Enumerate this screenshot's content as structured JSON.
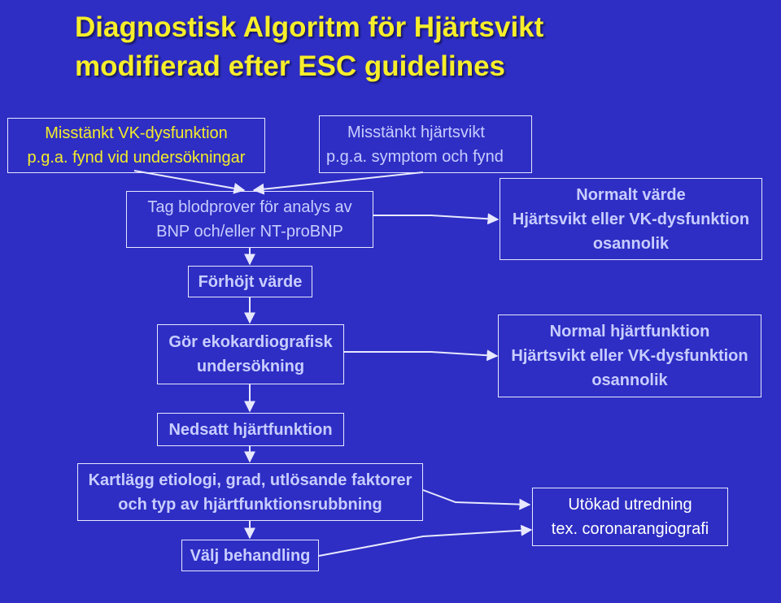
{
  "title": {
    "line1": "Diagnostisk Algoritm för Hjärtsvikt",
    "line2": "modifierad efter ESC guidelines"
  },
  "boxes": {
    "suspected_lv": {
      "line1": "Misstänkt VK-dysfunktion",
      "line2": "p.g.a. fynd vid undersökningar"
    },
    "suspected_hf": {
      "line1": "Misstänkt hjärtsvikt",
      "line2": "p.g.a. symptom och fynd"
    },
    "blood_tests": {
      "line1": "Tag blodprover för analys av",
      "line2": "BNP och/eller NT-proBNP"
    },
    "normal_value": {
      "line1": "Normalt värde",
      "line2": "Hjärtsvikt eller VK-dysfunktion",
      "line3": "osannolik"
    },
    "elevated_value": {
      "line1": "Förhöjt värde"
    },
    "echo": {
      "line1": "Gör ekokardiografisk",
      "line2": "undersökning"
    },
    "normal_function": {
      "line1": "Normal hjärtfunktion",
      "line2": "Hjärtsvikt eller VK-dysfunktion",
      "line3": "osannolik"
    },
    "reduced_function": {
      "line1": "Nedsatt hjärtfunktion"
    },
    "etiology": {
      "line1": "Kartlägg etiologi, grad, utlösande faktorer",
      "line2": "och typ av hjärtfunktionsrubbning"
    },
    "extended": {
      "line1": "Utökad utredning",
      "line2": "tex. coronarangiografi"
    },
    "treatment": {
      "line1": "Välj behandling"
    }
  },
  "colors": {
    "background": "#2e2ec4",
    "title": "#f6ee2a",
    "box_text_yellow": "#f4ec2a",
    "box_text_light_blue": "#c8cdff",
    "box_text_white": "#ffffff",
    "lines": "#e8e8ff"
  }
}
